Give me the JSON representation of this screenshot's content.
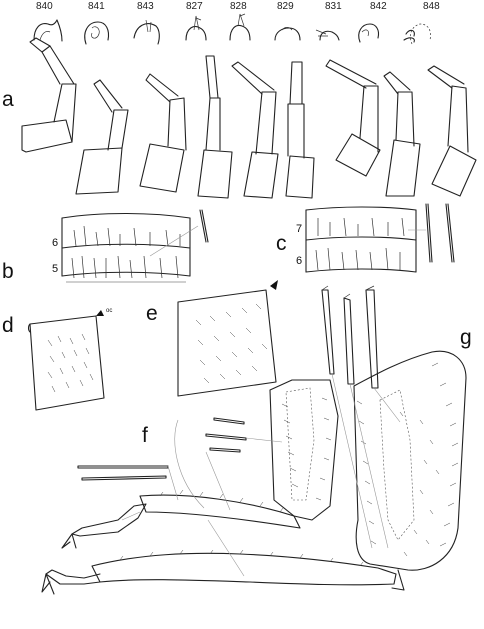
{
  "specimen_numbers": [
    "840",
    "841",
    "843",
    "827",
    "828",
    "829",
    "831",
    "842",
    "848"
  ],
  "panel_labels": {
    "a": "a",
    "b": "b",
    "c": "c",
    "d": "d",
    "e": "e",
    "f": "f",
    "g": "g"
  },
  "segment_labels": {
    "b_upper": "6",
    "b_lower": "5",
    "c_upper": "7",
    "c_lower": "6"
  },
  "arrow_label_d": "oc"
}
